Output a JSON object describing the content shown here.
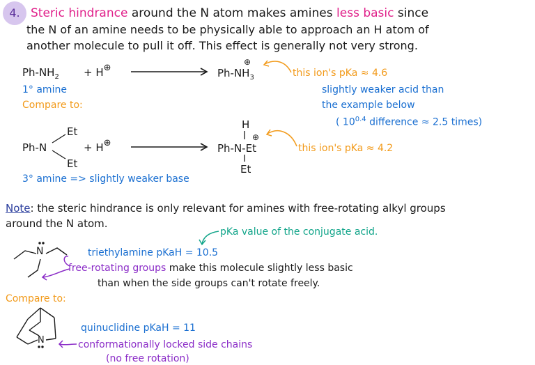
{
  "point": {
    "number": "4.",
    "line1_a": "Steric hindrance",
    "line1_b": " around the N atom makes amines ",
    "line1_c": "less basic",
    "line1_d": " since",
    "line2": "the N of an amine needs to be physically able to approach an H atom of",
    "line3": "another molecule to pull it off. This effect is generally not very strong."
  },
  "reaction1": {
    "reactant": "Ph-NH",
    "reactant_sub": "2",
    "plus": "+ H",
    "charge": "⊕",
    "product": "Ph-NH",
    "product_sub": "3",
    "product_charge": "⊕",
    "label": "1° amine",
    "pka": "this ion's pKa ≈ 4.6",
    "note1": "slightly weaker acid than",
    "note2": "the example below",
    "note3_a": "( 10",
    "note3_sup": "0.4",
    "note3_b": " difference ≈ 2.5 times)"
  },
  "compare1": "Compare to:",
  "reaction2": {
    "et_top": "Et",
    "ph_n": "Ph-N",
    "et_bottom": "Et",
    "plus": "+ H",
    "charge": "⊕",
    "prod_h": "H",
    "prod_center": "Ph-N-Et",
    "prod_charge": "⊕",
    "prod_et": "Et",
    "pka": "this ion's pKa ≈ 4.2",
    "label": "3° amine => slightly weaker base"
  },
  "note": {
    "label": "Note",
    "text1": ": the steric hindrance is only relevant for amines with free-rotating alkyl groups",
    "text2": "around the N atom.",
    "pka_arrow": "pKa value of the conjugate acid.",
    "triethyl": "triethylamine  pKaH = 10.5",
    "free_a": "free-rotating groups",
    "free_b": " make this molecule slightly less basic",
    "free_c": "than when the side groups can't rotate freely."
  },
  "compare2": "Compare to:",
  "quin": {
    "name": "quinuclidine  pKaH = 11",
    "locked": "conformationally locked side chains",
    "norot": "(no free rotation)",
    "n_label": "N",
    "tri_n": "N"
  },
  "colors": {
    "pink": "#e0218a",
    "blue": "#1a6fd1",
    "orange": "#f29a1a",
    "teal": "#12a58a",
    "purple": "#8a2bc7",
    "badge": "#d7c6ee"
  }
}
